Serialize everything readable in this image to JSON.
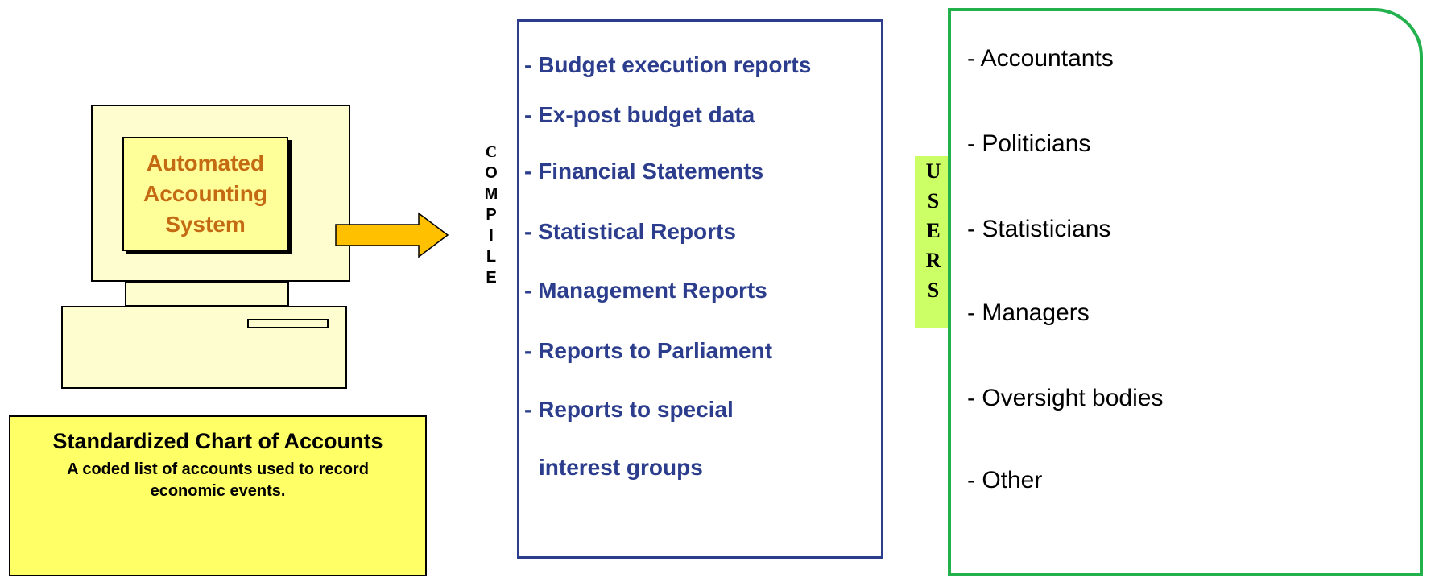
{
  "computer": {
    "screen_text": "Automated\nAccounting\nSystem"
  },
  "chart_of_accounts": {
    "title": "Standardized Chart of Accounts",
    "description": "A coded list of accounts used to record economic events."
  },
  "compile_label": [
    "C",
    "O",
    "M",
    "P",
    "I",
    "L",
    "E"
  ],
  "reports": [
    "- Budget execution reports",
    "- Ex-post budget data",
    "- Financial Statements",
    "- Statistical Reports",
    "- Management Reports",
    "- Reports to Parliament",
    "- Reports to special",
    "interest groups"
  ],
  "users_label": [
    "U",
    "S",
    "E",
    "R",
    "S"
  ],
  "users": [
    "- Accountants",
    "- Politicians",
    "- Statisticians",
    "- Managers",
    "- Oversight bodies",
    "- Other"
  ],
  "colors": {
    "report_text": "#2b3d8c",
    "users_border": "#22b14c",
    "users_label_bg": "#ccff66",
    "arrow_fill": "#ffc000",
    "screen_text": "#c46a12"
  }
}
